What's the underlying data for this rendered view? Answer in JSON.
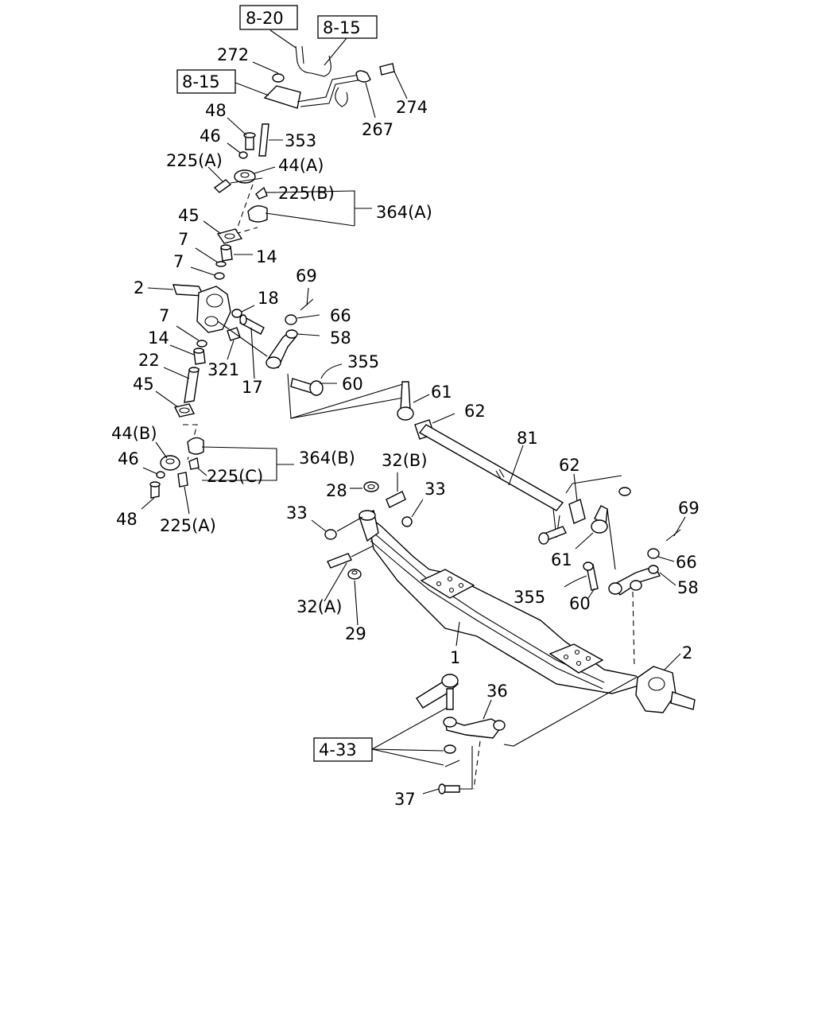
{
  "refs": {
    "r1": "8-20",
    "r2": "8-15",
    "r3": "8-15",
    "r4": "4-33"
  },
  "labels": {
    "p272": "272",
    "p274": "274",
    "p267": "267",
    "p48a": "48",
    "p46a": "46",
    "p353": "353",
    "p225a_top": "225(A)",
    "p44a": "44(A)",
    "p225b": "225(B)",
    "p364a": "364(A)",
    "p45a": "45",
    "p7a": "7",
    "p14a": "14",
    "p7b": "7",
    "p2a": "2",
    "p69a": "69",
    "p18": "18",
    "p66a": "66",
    "p58a": "58",
    "p7c": "7",
    "p14b": "14",
    "p321": "321",
    "p17": "17",
    "p22": "22",
    "p355a": "355",
    "p60a": "60",
    "p45b": "45",
    "p61a": "61",
    "p62a": "62",
    "p81": "81",
    "p44b": "44(B)",
    "p364b": "364(B)",
    "p46b": "46",
    "p225c": "225(C)",
    "p32b": "32(B)",
    "p28": "28",
    "p33a": "33",
    "p33b": "33",
    "p62b": "62",
    "p69b": "69",
    "p48b": "48",
    "p225a_bot": "225(A)",
    "p61b": "61",
    "p66b": "66",
    "p355b": "355",
    "p58b": "58",
    "p32a": "32(A)",
    "p60b": "60",
    "p29": "29",
    "p1": "1",
    "p2b": "2",
    "p36": "36",
    "p37": "37"
  }
}
